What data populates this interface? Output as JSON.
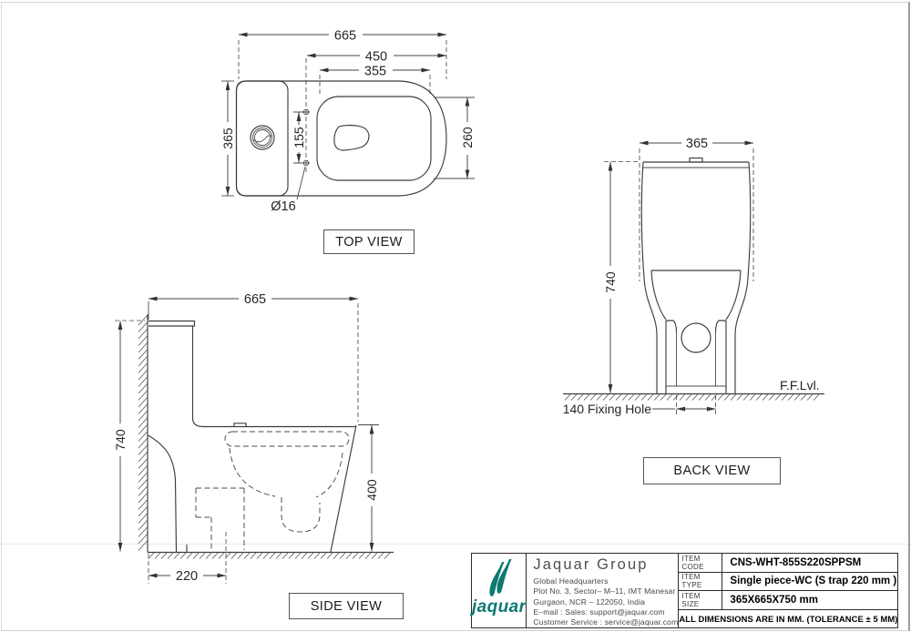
{
  "drawing": {
    "views": {
      "top": {
        "label": "TOP VIEW",
        "dims": {
          "overall_width": "665",
          "seat_outer_width": "450",
          "seat_inner_width": "355",
          "depth": "365",
          "hinge_hole_spacing": "155",
          "seat_inner_depth": "260",
          "hinge_hole_diameter": "Ø16"
        }
      },
      "side": {
        "label": "SIDE VIEW",
        "dims": {
          "overall_length": "665",
          "overall_height": "740",
          "rim_height": "400",
          "trap_distance": "220"
        }
      },
      "back": {
        "label": "BACK VIEW",
        "dims": {
          "width": "365",
          "height": "740"
        },
        "annotations": {
          "fixing_hole": "140 Fixing Hole",
          "floor_level": "F.F.Lvl."
        }
      }
    }
  },
  "title_block": {
    "brand": {
      "logo_wordmark": "jaquar",
      "accent_color": "#0c7a73",
      "company": "Jaquar Group",
      "address_lines": [
        "Global Headquarters",
        "Plot No. 3, Sector– M–11, IMT Manesar",
        "Gurgaon, NCR – 122050, India",
        "E–mail : Sales: support@jaquar.com",
        "Customer Service : service@jaquar.com"
      ]
    },
    "fields": [
      {
        "label": "ITEM CODE",
        "value": "CNS-WHT-855S220SPPSM"
      },
      {
        "label": "ITEM TYPE",
        "value": "Single piece-WC (S trap 220 mm )"
      },
      {
        "label": "ITEM SIZE",
        "value": "365X665X750 mm"
      }
    ],
    "footer_note": "ALL DIMENSIONS ARE IN MM. (TOLERANCE ± 5 MM)"
  }
}
